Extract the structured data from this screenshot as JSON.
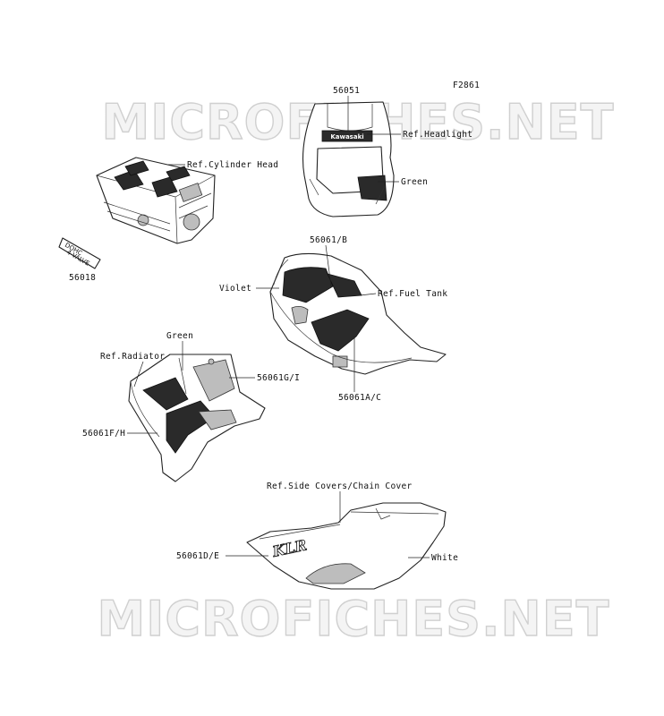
{
  "figure_code": "F2861",
  "watermark_text": "MICROFICHES.NET",
  "callouts": {
    "headlight_part": "56051",
    "ref_headlight": "Ref.Headlight",
    "headlight_color": "Green",
    "ref_cylinder_head": "Ref.Cylinder Head",
    "cylinder_emblem_part": "56018",
    "emblem_line1": "DOHC",
    "emblem_line2": "4-VALVE",
    "headlight_brand": "Kawasaki",
    "tank_part_top": "56061/B",
    "tank_color": "Violet",
    "ref_fuel_tank": "Ref.Fuel Tank",
    "tank_part_bottom": "56061A/C",
    "radiator_color": "Green",
    "ref_radiator": "Ref.Radiator",
    "radiator_part_right": "56061G/I",
    "radiator_part_left": "56061F/H",
    "ref_side_covers": "Ref.Side Covers/Chain Cover",
    "side_cover_part": "56061D/E",
    "side_cover_color": "White",
    "side_cover_graphic": "KLR"
  }
}
